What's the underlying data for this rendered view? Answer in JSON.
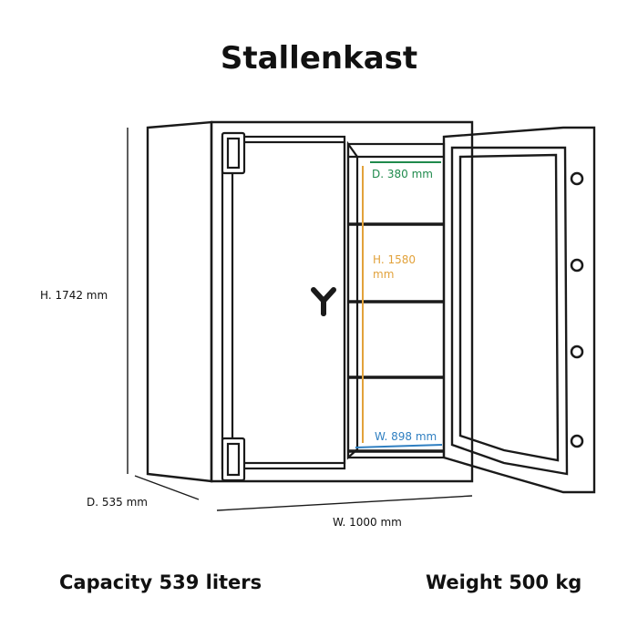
{
  "title": "Stallenkast",
  "dimensions": {
    "height": "H. 1742 mm",
    "depth": "D. 535 mm",
    "width": "W. 1000 mm"
  },
  "interior": {
    "depth": "D. 380 mm",
    "height": "H. 1580 mm",
    "width": "W. 898 mm"
  },
  "footer": {
    "capacity": "Capacity 539 liters",
    "weight": "Weight 500 kg"
  },
  "colors": {
    "line": "#1a1a1a",
    "interior_depth": "#1f8a4c",
    "interior_height": "#e2a23b",
    "interior_width": "#2f7fc1"
  }
}
